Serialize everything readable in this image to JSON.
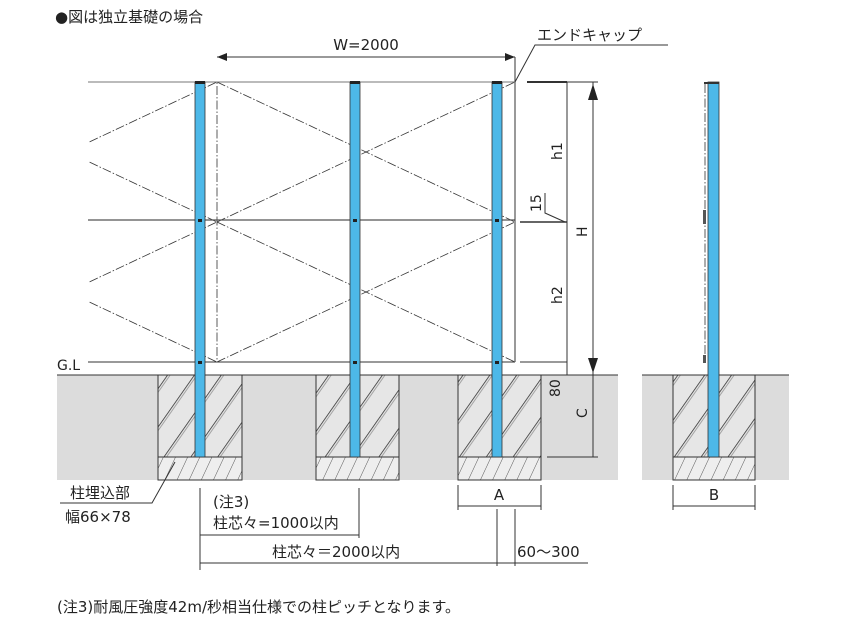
{
  "title": "●図は独立基礎の場合",
  "labels": {
    "width": "W=2000",
    "end_cap": "エンドキャップ",
    "h1": "h1",
    "h2": "h2",
    "H": "H",
    "d15": "15",
    "d80": "80",
    "C": "C",
    "gl": "G.L",
    "A": "A",
    "B": "B",
    "embed_1": "柱埋込部",
    "embed_2": "幅66×78",
    "note_ref": "(注3)",
    "pitch_1000": "柱芯々=1000以内",
    "pitch_2000": "柱芯々＝2000以内",
    "range": "60〜300"
  },
  "note": "(注3)耐風圧強度42m/秒相当仕様での柱ピッチとなります。",
  "colors": {
    "post": "#4db8e8",
    "ground": "#dcdcdc"
  }
}
